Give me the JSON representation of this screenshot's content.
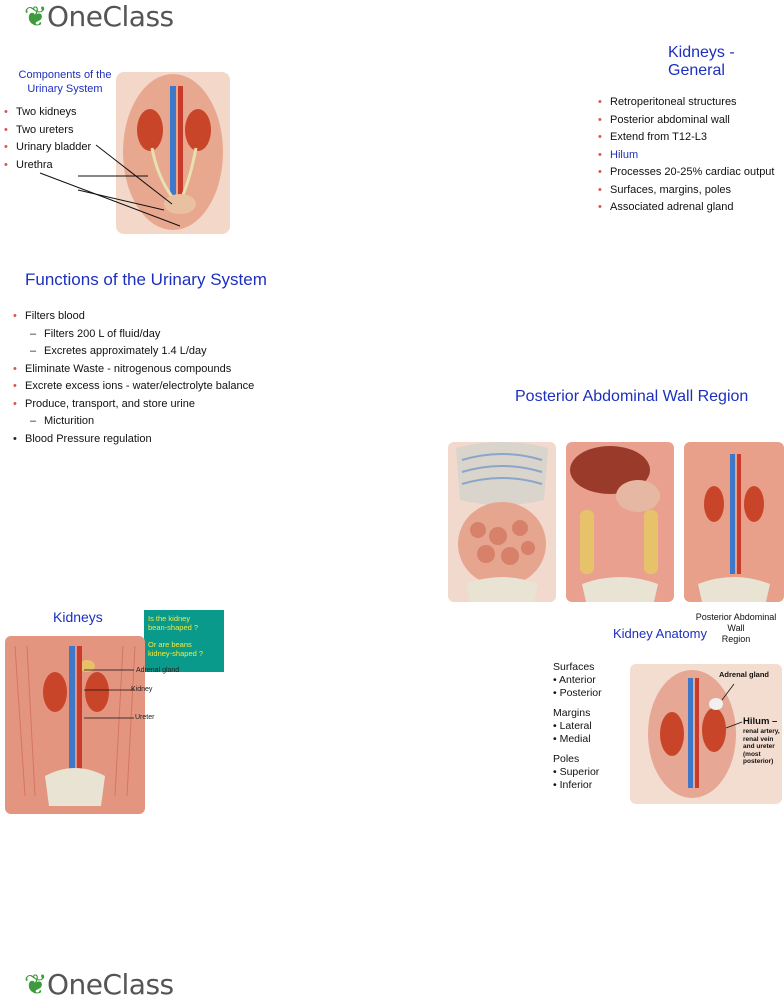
{
  "brand": {
    "name": "OneClass"
  },
  "slide1": {
    "title_line1": "Components of the",
    "title_line2": "Urinary System",
    "items": [
      "Two kidneys",
      "Two ureters",
      "Urinary bladder",
      "Urethra"
    ]
  },
  "slide2": {
    "title": "Kidneys - General",
    "items": [
      "Retroperitoneal structures",
      "Posterior abdominal wall",
      "Extend from T12-L3",
      "Hilum",
      "Processes 20-25% cardiac output",
      "Surfaces, margins, poles",
      "Associated adrenal gland"
    ]
  },
  "slide3": {
    "title": "Functions of the Urinary System",
    "items": [
      "Filters blood",
      "Filters 200 L of fluid/day",
      "Excretes approximately 1.4 L/day",
      "Eliminate Waste - nitrogenous compounds",
      "Excrete excess ions - water/electrolyte balance",
      "Produce, transport, and store urine",
      "Micturition",
      "Blood Pressure regulation"
    ]
  },
  "slide4": {
    "title": "Posterior Abdominal Wall Region",
    "caption_line1": "Posterior Abdominal Wall",
    "caption_line2": "Region"
  },
  "slide5": {
    "title": "Kidneys",
    "box_q1_line1": "Is the kidney",
    "box_q1_line2": "bean-shaped ?",
    "box_q2_line1": "Or are beans",
    "box_q2_line2": "kidney-shaped ?",
    "label_adrenal": "Adrenal gland",
    "label_kidney": "Kidney",
    "label_ureter": "Ureter",
    "box_bg": "#0a9a8c",
    "box_text": "#f6e93a"
  },
  "slide6": {
    "title": "Kidney Anatomy",
    "surfaces_head": "Surfaces",
    "surfaces": [
      "• Anterior",
      "• Posterior"
    ],
    "margins_head": "Margins",
    "margins": [
      "• Lateral",
      "• Medial"
    ],
    "poles_head": "Poles",
    "poles": [
      "• Superior",
      "• Inferior"
    ],
    "label_adrenal": "Adrenal gland",
    "label_hilum": "Hilum –",
    "label_hilum_detail": [
      "renal artery,",
      "renal vein",
      "and ureter",
      "(most",
      "posterior)"
    ]
  }
}
